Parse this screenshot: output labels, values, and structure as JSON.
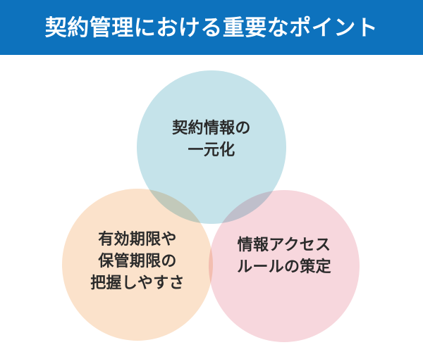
{
  "header": {
    "title": "契約管理における重要なポイント",
    "background_color": "#0d72bd",
    "text_color": "#ffffff"
  },
  "diagram": {
    "type": "venn",
    "blend_mode": "multiply",
    "background_color": "#ffffff",
    "text_color": "#2b2b2b",
    "circles": [
      {
        "id": "top",
        "label": "契約情報の\n一元化",
        "color": "#c5e3ea",
        "position": "top-center"
      },
      {
        "id": "bottom-left",
        "label": "有効期限や\n保管期限の\n把握しやすさ",
        "color": "#fbe2cb",
        "position": "bottom-left"
      },
      {
        "id": "bottom-right",
        "label": "情報アクセス\nルールの策定",
        "color": "#f7d7dd",
        "position": "bottom-right"
      }
    ]
  }
}
